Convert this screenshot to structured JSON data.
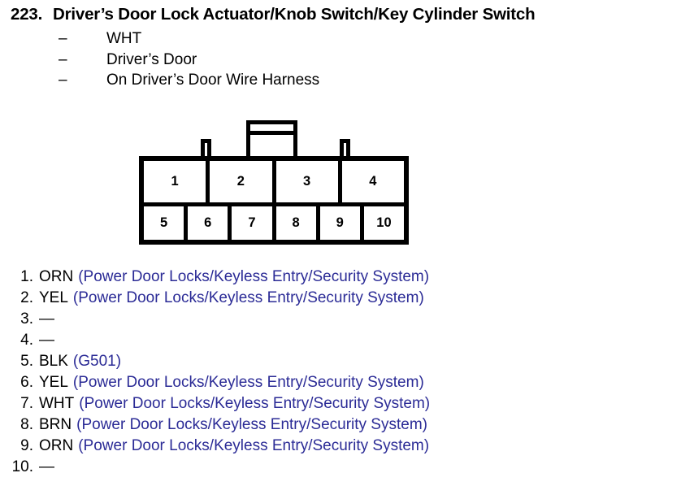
{
  "header": {
    "number": "223.",
    "title": "Driver’s Door Lock Actuator/Knob Switch/Key Cylinder Switch",
    "attributes": [
      {
        "dash": "–",
        "label": "WHT"
      },
      {
        "dash": "–",
        "label": "Driver’s Door"
      },
      {
        "dash": "–",
        "label": "On Driver’s Door Wire Harness"
      }
    ]
  },
  "connector": {
    "top_row": [
      "1",
      "2",
      "3",
      "4"
    ],
    "bottom_row": [
      "5",
      "6",
      "7",
      "8",
      "9",
      "10"
    ]
  },
  "pins": [
    {
      "num": "1.",
      "color": "ORN",
      "circuit": "(Power Door Locks/Keyless Entry/Security System)"
    },
    {
      "num": "2.",
      "color": "YEL",
      "circuit": "(Power Door Locks/Keyless Entry/Security System)"
    },
    {
      "num": "3.",
      "color": "—",
      "circuit": ""
    },
    {
      "num": "4.",
      "color": "—",
      "circuit": ""
    },
    {
      "num": "5.",
      "color": "BLK",
      "circuit": "(G501)"
    },
    {
      "num": "6.",
      "color": "YEL",
      "circuit": "(Power Door Locks/Keyless Entry/Security System)"
    },
    {
      "num": "7.",
      "color": "WHT",
      "circuit": "(Power Door Locks/Keyless Entry/Security System)"
    },
    {
      "num": "8.",
      "color": "BRN",
      "circuit": "(Power Door Locks/Keyless Entry/Security System)"
    },
    {
      "num": "9.",
      "color": "ORN",
      "circuit": "(Power Door Locks/Keyless Entry/Security System)"
    },
    {
      "num": "10.",
      "color": "—",
      "circuit": ""
    }
  ],
  "colors": {
    "text": "#000000",
    "circuit_blue": "#2b2b96",
    "background": "#ffffff"
  }
}
